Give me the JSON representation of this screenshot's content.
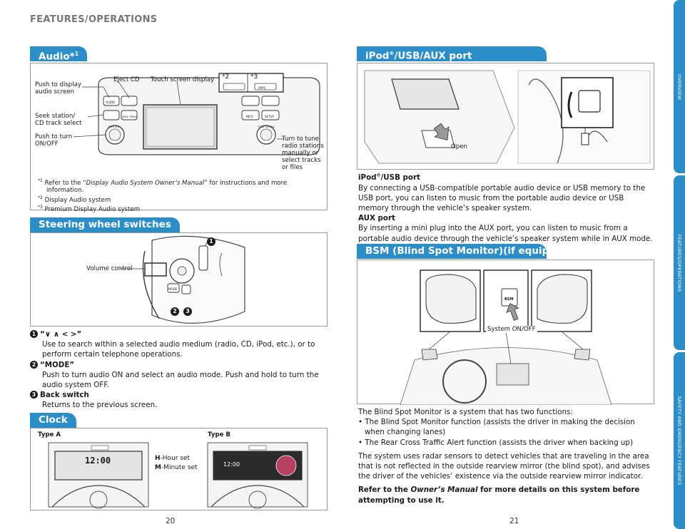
{
  "header": {
    "title": "FEATURES/OPERATIONS"
  },
  "side_tabs": [
    "OVERVIEW",
    "FEATURES/OPERATIONS",
    "SAFETY AND EMERGENCY FEATURES"
  ],
  "audio": {
    "title": "Audio*",
    "title_sup": "1",
    "labels": {
      "push_display": "Push to display\naudio screen",
      "eject": "Eject CD",
      "touch": "Touch screen display",
      "seek": "Seek station/\nCD track select",
      "push_turn": "Push to turn\nON/OFF",
      "tune": "Turn to tune\nradio stations\nmanually or\nselect tracks\nor files",
      "star2": "*2",
      "star3": "*3"
    },
    "button_labels": [
      "AUDIO",
      "SEEK TRACK",
      "INFO",
      "SETUP",
      "APPS",
      "PWR VOL",
      "TUNE SCROLL"
    ],
    "footnote1_mark": "*1",
    "footnote1_pre": "Refer to the “",
    "footnote1_em": "Display Audio System Owner’s Manual",
    "footnote1_post": "” for instructions and more information.",
    "footnote2": "Display Audio system",
    "footnote3": "Premium Display Audio system",
    "footnote2_mark": "*2",
    "footnote3_mark": "*3"
  },
  "steering": {
    "title": "Steering wheel switches",
    "volume_label": "Volume control",
    "mode_label": "MODE",
    "items": [
      {
        "num": "1",
        "heading": "“∨ ∧ < >”",
        "text": "Use to search within a selected audio medium (radio, CD, iPod, etc.), or to perform certain telephone operations."
      },
      {
        "num": "2",
        "heading": "“MODE”",
        "text": "Push to turn audio ON and select an audio mode. Push and hold to turn the audio system OFF."
      },
      {
        "num": "3",
        "heading": "Back switch",
        "text": "Returns to the previous screen."
      }
    ]
  },
  "clock": {
    "title": "Clock",
    "type_a": "Type A",
    "type_b": "Type B",
    "hour_key": "H",
    "hour_text": "-Hour set",
    "minute_key": "M",
    "minute_text": "-Minute set",
    "display_a_time": "12:00",
    "display_b_time": "12:00"
  },
  "ipod": {
    "title_pre": "iPod",
    "title_reg": "®",
    "title_post": "/USB/AUX port",
    "open_label": "Open",
    "sub1_pre": "iPod",
    "sub1_reg": "®",
    "sub1_post": "/USB port",
    "text1": "By connecting a USB-compatible portable audio device or USB memory to the USB port, you can listen to music from the portable audio device or USB memory through the vehicle’s speaker system.",
    "sub2": "AUX port",
    "text2": "By inserting a mini plug into the AUX port, you can listen to music from a portable audio device through the vehicle’s speaker system while in AUX mode."
  },
  "bsm": {
    "title": "BSM (Blind Spot Monitor)(if equipped)",
    "system_label": "System ON/OFF",
    "button_label": "BSM",
    "intro": "The Blind Spot Monitor is a system that has two functions:",
    "bullets": [
      "The Blind Spot Monitor function (assists the driver in making the decision when changing lanes)",
      "The Rear Cross Traffic Alert function (assists the driver when backing up)"
    ],
    "para": "The system uses radar sensors to detect vehicles that are traveling in the area that is not reflected in the outside rearview mirror (the blind spot), and advises the driver of the vehicles’ existence via the outside rearview mirror indicator.",
    "refer_pre": "Refer to the ",
    "refer_em": "Owner’s Manual",
    "refer_post": " for more details on this system before attempting to use it."
  },
  "footer": {
    "page_left": "20",
    "page_right": "21"
  },
  "colors": {
    "accent": "#2c8ec8",
    "text": "#1a1a1a",
    "border": "#9a9a9a"
  }
}
